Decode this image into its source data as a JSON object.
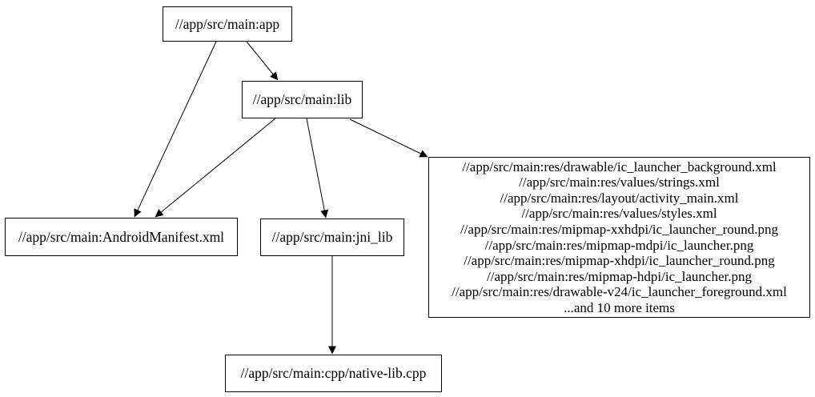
{
  "diagram": {
    "type": "dependency-graph",
    "colors": {
      "background": "#ffffff",
      "node_fill": "#ffffff",
      "node_border": "#000000",
      "edge": "#000000",
      "text": "#000000"
    },
    "nodes": {
      "app": {
        "label": "//app/src/main:app"
      },
      "lib": {
        "label": "//app/src/main:lib"
      },
      "android_manifest": {
        "label": "//app/src/main:AndroidManifest.xml"
      },
      "jni_lib": {
        "label": "//app/src/main:jni_lib"
      },
      "res_group": {
        "lines": [
          "//app/src/main:res/drawable/ic_launcher_background.xml",
          "//app/src/main:res/values/strings.xml",
          "//app/src/main:res/layout/activity_main.xml",
          "//app/src/main:res/values/styles.xml",
          "//app/src/main:res/mipmap-xxhdpi/ic_launcher_round.png",
          "//app/src/main:res/mipmap-mdpi/ic_launcher.png",
          "//app/src/main:res/mipmap-xhdpi/ic_launcher_round.png",
          "//app/src/main:res/mipmap-hdpi/ic_launcher.png",
          "//app/src/main:res/drawable-v24/ic_launcher_foreground.xml",
          "...and 10 more items"
        ]
      },
      "native_lib_cpp": {
        "label": "//app/src/main:cpp/native-lib.cpp"
      }
    },
    "edges": [
      {
        "from": "//app/src/main:app",
        "to": "//app/src/main:lib"
      },
      {
        "from": "//app/src/main:app",
        "to": "//app/src/main:AndroidManifest.xml"
      },
      {
        "from": "//app/src/main:lib",
        "to": "//app/src/main:AndroidManifest.xml"
      },
      {
        "from": "//app/src/main:lib",
        "to": "//app/src/main:jni_lib"
      },
      {
        "from": "//app/src/main:lib",
        "to": "res-group"
      },
      {
        "from": "//app/src/main:jni_lib",
        "to": "//app/src/main:cpp/native-lib.cpp"
      }
    ]
  }
}
